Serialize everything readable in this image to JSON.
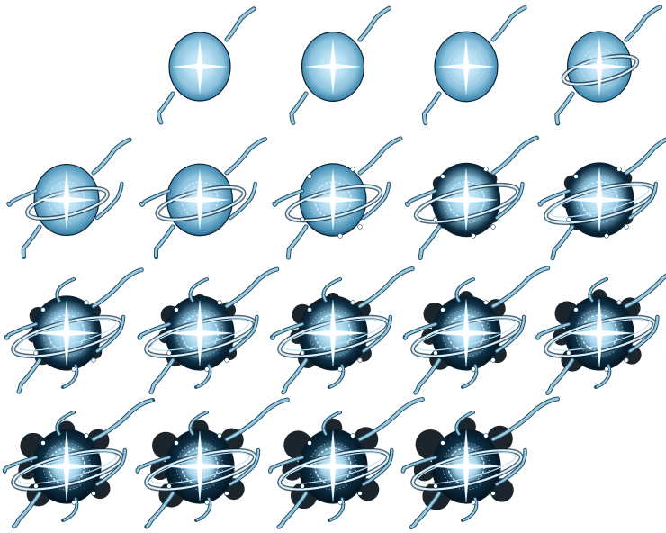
{
  "sheet": {
    "columns": 5,
    "rows": 4,
    "empty_cells": [
      0,
      19
    ],
    "frame_count": 18,
    "colors": {
      "background": "#ffffff",
      "glow_core": "#ffffff",
      "glow_inner": "#bfe4f6",
      "orb_light": "#8cc3de",
      "orb_mid": "#3f87ad",
      "orb_dark": "#0d2f45",
      "void": "#030d14",
      "tendril": "#9cc9de",
      "tendril_edge": "#1f4f6a",
      "ring": "#d8f0fb"
    }
  },
  "frames": [
    {
      "progress": 0.0
    },
    {
      "progress": 0.06
    },
    {
      "progress": 0.12
    },
    {
      "progress": 0.18
    },
    {
      "progress": 0.24
    },
    {
      "progress": 0.3
    },
    {
      "progress": 0.36
    },
    {
      "progress": 0.44
    },
    {
      "progress": 0.5
    },
    {
      "progress": 0.56
    },
    {
      "progress": 0.62
    },
    {
      "progress": 0.68
    },
    {
      "progress": 0.74
    },
    {
      "progress": 0.8
    },
    {
      "progress": 0.86
    },
    {
      "progress": 0.9
    },
    {
      "progress": 0.95
    },
    {
      "progress": 1.0
    }
  ]
}
